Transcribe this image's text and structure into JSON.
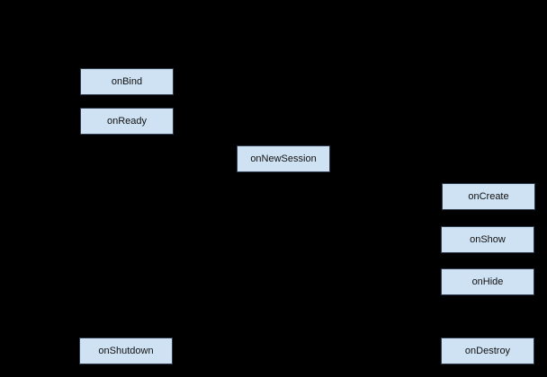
{
  "diagram": {
    "colors": {
      "background": "#000000",
      "node_fill": "#cfe2f3",
      "node_border": "#2e3c4d",
      "node_text": "#111111"
    },
    "nodes": [
      {
        "id": "onBind",
        "label": "onBind"
      },
      {
        "id": "onReady",
        "label": "onReady"
      },
      {
        "id": "onNewSession",
        "label": "onNewSession"
      },
      {
        "id": "onCreate",
        "label": "onCreate"
      },
      {
        "id": "onShow",
        "label": "onShow"
      },
      {
        "id": "onHide",
        "label": "onHide"
      },
      {
        "id": "onShutdown",
        "label": "onShutdown"
      },
      {
        "id": "onDestroy",
        "label": "onDestroy"
      }
    ]
  }
}
